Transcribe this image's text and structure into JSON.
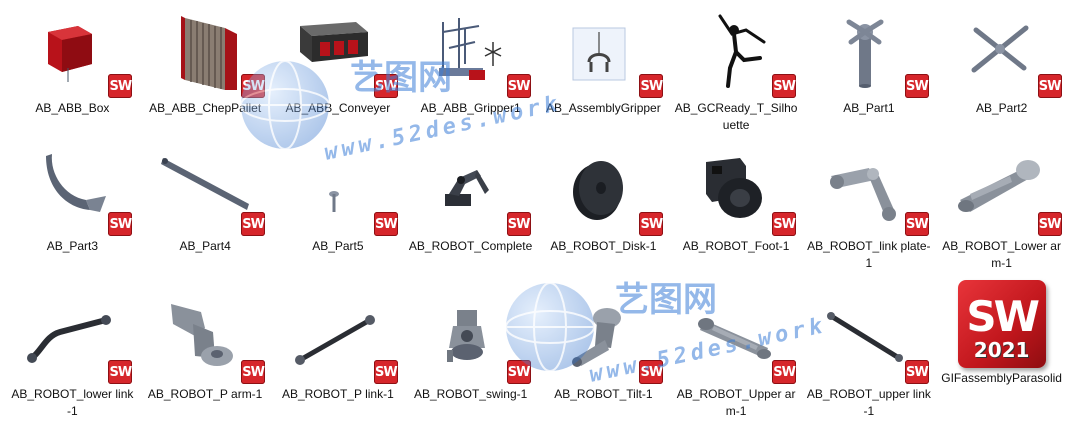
{
  "files": [
    {
      "label": "AB_ABB_Box",
      "icon": "red-box-icon"
    },
    {
      "label": "AB_ABB_ChepPallet",
      "icon": "pallet-icon"
    },
    {
      "label": "AB_ABB_Conveyer",
      "icon": "conveyor-icon"
    },
    {
      "label": "AB_ABB_Gripper1",
      "icon": "gripper-assembly-icon"
    },
    {
      "label": "AB_AssemblyGripper",
      "icon": "assembly-gripper-icon"
    },
    {
      "label": "AB_GCReady_T_Silhouette",
      "icon": "dancer-silhouette-icon"
    },
    {
      "label": "AB_Part1",
      "icon": "part-post-icon"
    },
    {
      "label": "AB_Part2",
      "icon": "cross-part-icon"
    },
    {
      "label": "AB_Part3",
      "icon": "curved-hook-icon"
    },
    {
      "label": "AB_Part4",
      "icon": "long-bar-icon"
    },
    {
      "label": "AB_Part5",
      "icon": "small-pin-icon"
    },
    {
      "label": "AB_ROBOT_Complete",
      "icon": "robot-arm-icon"
    },
    {
      "label": "AB_ROBOT_Disk-1",
      "icon": "disk-icon"
    },
    {
      "label": "AB_ROBOT_Foot-1",
      "icon": "robot-foot-icon"
    },
    {
      "label": "AB_ROBOT_link plate-1",
      "icon": "link-plate-icon"
    },
    {
      "label": "AB_ROBOT_Lower arm-1",
      "icon": "lower-arm-icon"
    },
    {
      "label": "AB_ROBOT_lower link-1",
      "icon": "lower-link-icon"
    },
    {
      "label": "AB_ROBOT_P arm-1",
      "icon": "p-arm-icon"
    },
    {
      "label": "AB_ROBOT_P link-1",
      "icon": "p-link-icon"
    },
    {
      "label": "AB_ROBOT_swing-1",
      "icon": "swing-icon"
    },
    {
      "label": "AB_ROBOT_Tilt-1",
      "icon": "tilt-icon"
    },
    {
      "label": "AB_ROBOT_Upper arm-1",
      "icon": "upper-arm-icon"
    },
    {
      "label": "AB_ROBOT_upper link-1",
      "icon": "upper-link-icon"
    },
    {
      "label": "GIFassemblyParasolid",
      "icon": "solidworks-2021-app-icon"
    }
  ],
  "badge_text": "SW",
  "app_icon": {
    "text": "SW",
    "year": "2021"
  },
  "watermark": {
    "brand": "艺图网",
    "url": "www.52des.work"
  },
  "colors": {
    "badge_red": "#d6262b",
    "watermark_blue": "#3d7fd8"
  }
}
